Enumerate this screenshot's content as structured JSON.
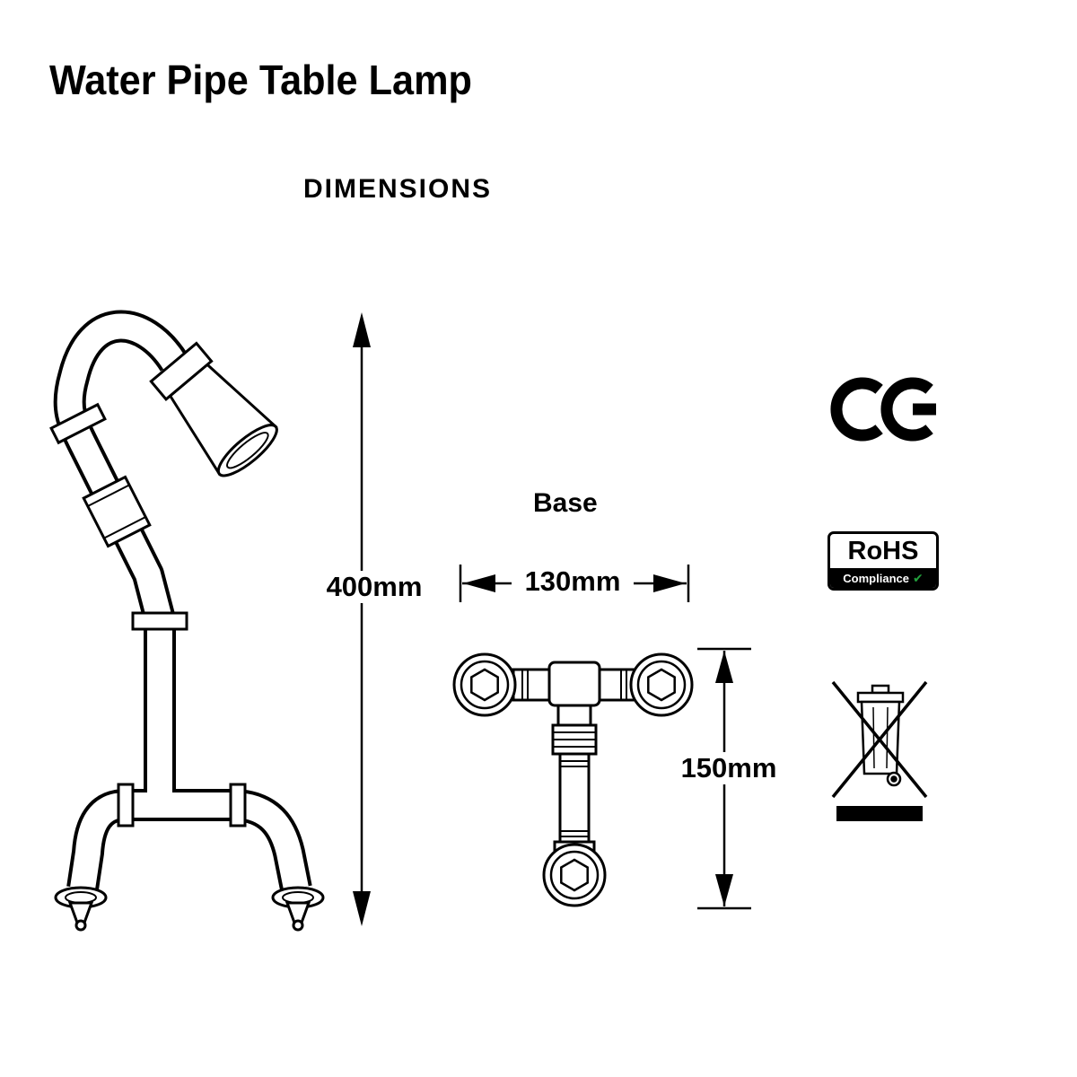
{
  "page": {
    "title": "Water Pipe Table Lamp",
    "section_heading": "DIMENSIONS"
  },
  "diagram": {
    "lamp_height": "400mm",
    "base": {
      "label": "Base",
      "width": "130mm",
      "depth": "150mm"
    }
  },
  "certifications": {
    "ce_mark": "CE",
    "rohs": {
      "name": "RoHS",
      "subtitle": "Compliance",
      "check_glyph": "✔"
    },
    "weee_icon": "crossed-out-wheelie-bin"
  },
  "colors": {
    "line": "#000000",
    "background": "#ffffff",
    "rohs_check_green": "#23a13d"
  }
}
